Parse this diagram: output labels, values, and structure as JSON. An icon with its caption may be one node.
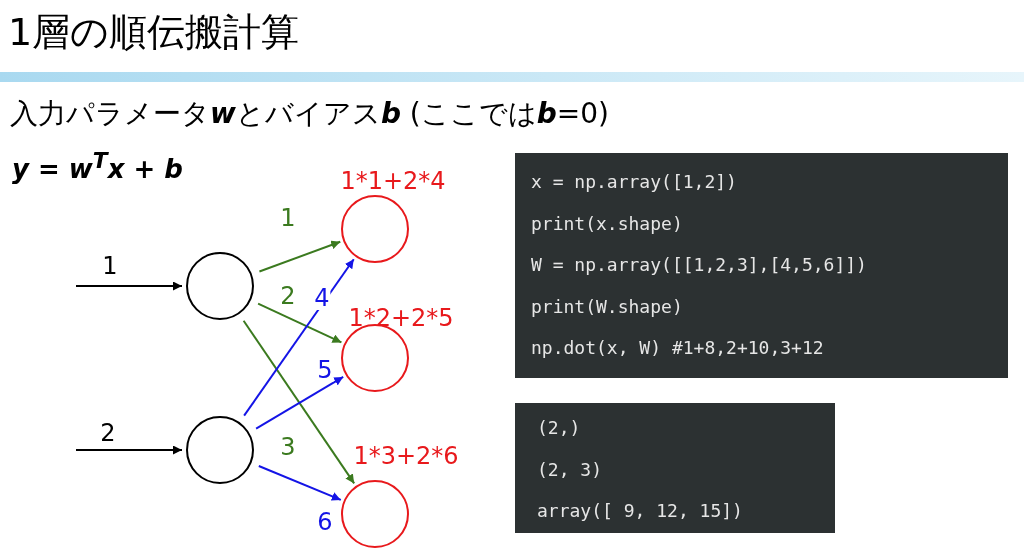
{
  "diagram": {
    "title": "1層の順伝搬計算",
    "nodes": [
      {
        "text": [],
        "shape": "circle"
      },
      {
        "text": [],
        "shape": "circle"
      },
      {
        "text": [],
        "shape": "circle",
        "beside": [
          "1*1+2*4"
        ]
      },
      {
        "text": [],
        "shape": "circle",
        "beside": [
          "1*2+2*5"
        ]
      },
      {
        "text": [],
        "shape": "circle",
        "beside": [
          "1*3+2*6"
        ]
      },
      {
        "text": [
          "x = np.array([1,2])",
          "print(x.shape)",
          "W = np.array([[1,2,3],[4,5,6]])",
          "print(W.shape)",
          "np.dot(x, W) #1+8,2+10,3+12"
        ]
      },
      {
        "text": [
          "(2,)",
          "(2, 3)",
          "array([ 9, 12, 15])"
        ]
      }
    ],
    "edges": [
      {
        "from": null,
        "to": 0,
        "arrow": "to",
        "label": "1",
        "color": "#000000"
      },
      {
        "from": null,
        "to": 1,
        "arrow": "to",
        "label": "2",
        "color": "#000000"
      },
      {
        "from": 0,
        "to": 2,
        "arrow": "to",
        "label": "1",
        "color": "#3b7a1f"
      },
      {
        "from": 0,
        "to": 3,
        "arrow": "to",
        "label": "2",
        "color": "#3b7a1f"
      },
      {
        "from": 0,
        "to": 4,
        "arrow": "to",
        "label": "3",
        "color": "#3b7a1f"
      },
      {
        "from": 1,
        "to": 2,
        "arrow": "to",
        "label": "4",
        "color": "#1414e6"
      },
      {
        "from": 1,
        "to": 3,
        "arrow": "to",
        "label": "5",
        "color": "#1414e6"
      },
      {
        "from": 1,
        "to": 4,
        "arrow": "to",
        "label": "6",
        "color": "#1414e6"
      }
    ],
    "labels": [
      "入力パラメータ**w**とバイアス**b** (ここでは**b**=0)",
      "y = w$^{T}$x + b"
    ]
  }
}
